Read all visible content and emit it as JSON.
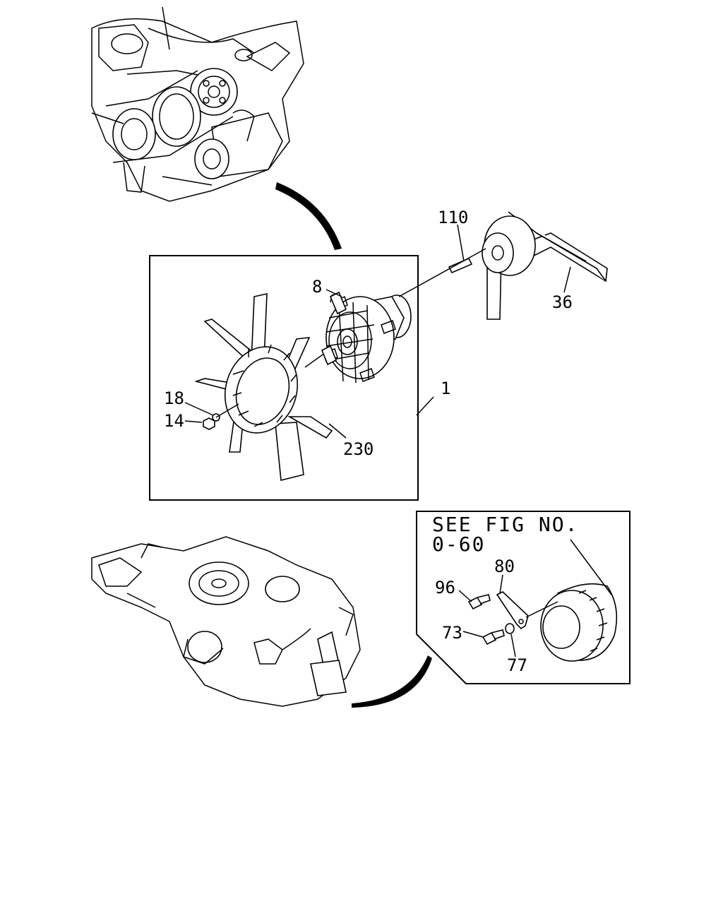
{
  "callouts": {
    "c110": "110",
    "c36": "36",
    "c8": "8",
    "c1": "1",
    "c18": "18",
    "c14": "14",
    "c230": "230",
    "c80": "80",
    "c96": "96",
    "c73": "73",
    "c77": "77"
  },
  "reference_box": {
    "line1": "SEE FIG NO.",
    "line2": "0-60"
  }
}
